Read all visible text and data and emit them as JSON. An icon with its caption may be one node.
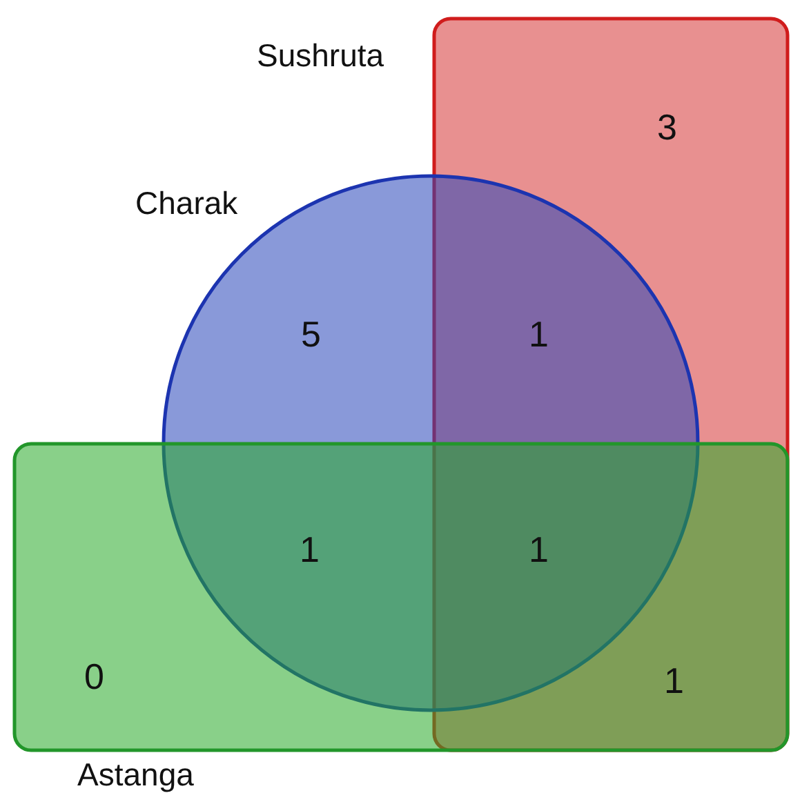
{
  "diagram": {
    "nodes": [
      {
        "text": [
          "Sushruta"
        ]
      },
      {
        "text": [
          "Charak"
        ]
      },
      {
        "text": [
          "Astanga"
        ]
      }
    ],
    "labels": [
      "3",
      "5",
      "1",
      "1",
      "1",
      "0",
      "1"
    ]
  }
}
